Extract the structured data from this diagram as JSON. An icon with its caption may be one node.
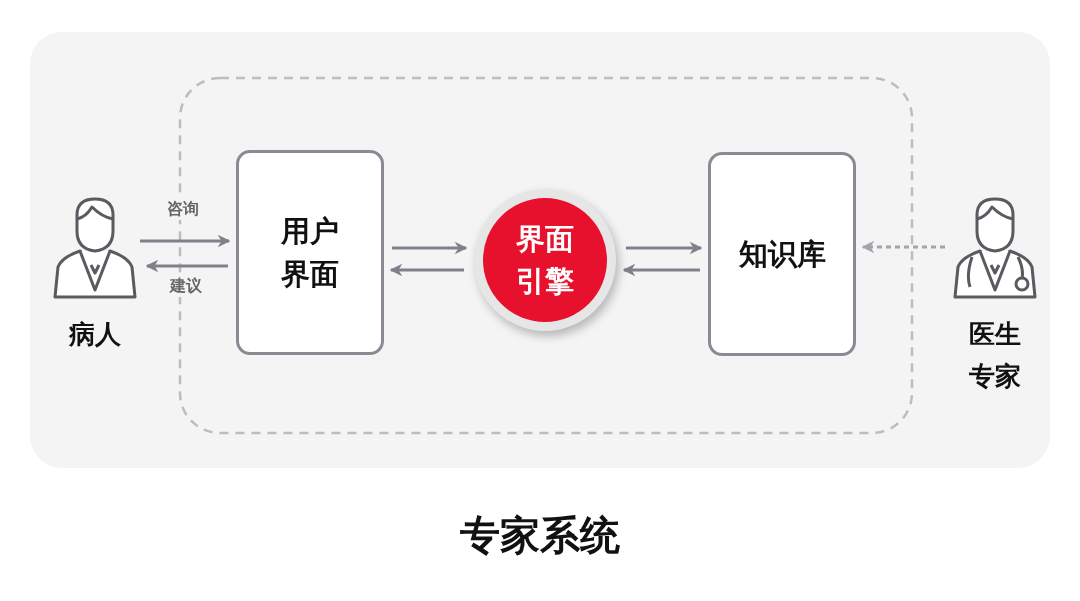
{
  "diagram": {
    "title": "专家系统",
    "nodes": [
      {
        "text": [
          "病人"
        ]
      },
      {
        "text": [
          "用户界面"
        ]
      },
      {
        "text": [
          "界面引擎"
        ]
      },
      {
        "text": [
          "知识库"
        ]
      },
      {
        "text": [
          "医生专家"
        ]
      }
    ],
    "edges": [
      {
        "from": 0,
        "to": 1,
        "arrow": "to",
        "label": "咨询"
      },
      {
        "from": 1,
        "to": 0,
        "arrow": "to",
        "label": "建议"
      },
      {
        "from": 1,
        "to": 2,
        "arrow": "to"
      },
      {
        "from": 2,
        "to": 1,
        "arrow": "to"
      },
      {
        "from": 2,
        "to": 3,
        "arrow": "to"
      },
      {
        "from": 3,
        "to": 2,
        "arrow": "to"
      },
      {
        "from": 4,
        "to": 3,
        "arrow": "to",
        "style": "dashed"
      }
    ]
  }
}
